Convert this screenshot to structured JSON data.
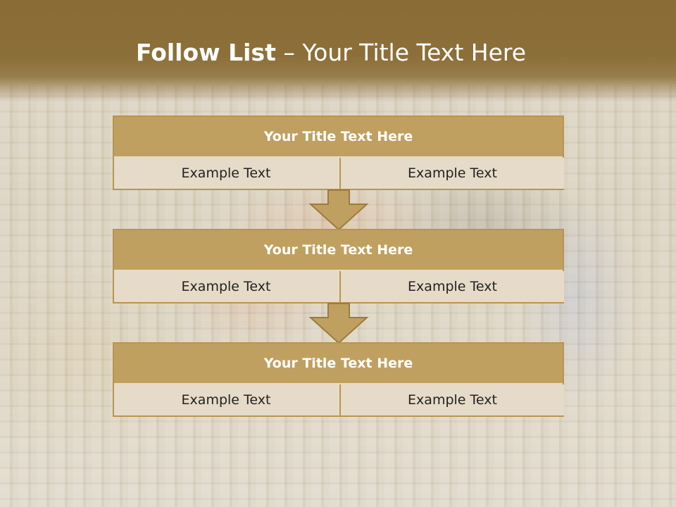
{
  "slide": {
    "title_bold": "Follow List",
    "title_rest": " – Your Title Text Here"
  },
  "steps": [
    {
      "title": "Your Title Text Here",
      "left": "Example Text",
      "right": "Example Text"
    },
    {
      "title": "Your Title Text Here",
      "left": "Example Text",
      "right": "Example Text"
    },
    {
      "title": "Your Title Text Here",
      "left": "Example Text",
      "right": "Example Text"
    }
  ],
  "colors": {
    "header": "#8a6d36",
    "block_title": "#c0a060",
    "block_cell": "#e6dbc8",
    "border": "#b8954f"
  }
}
